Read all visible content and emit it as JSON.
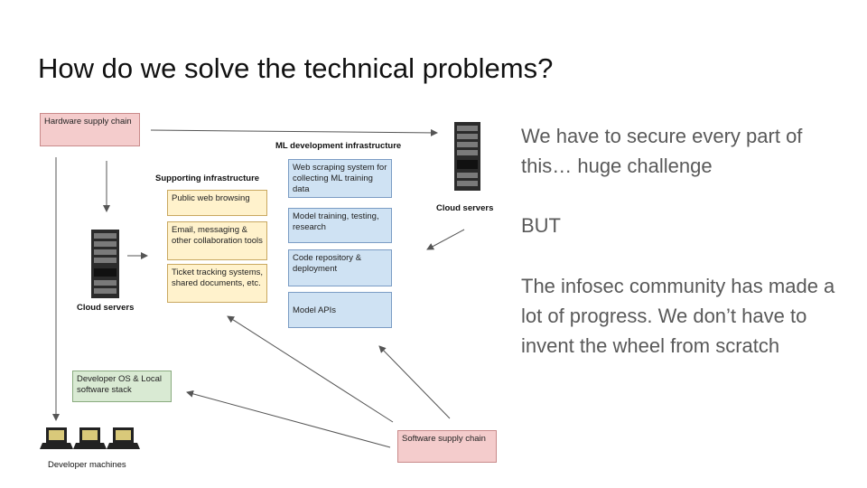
{
  "slide": {
    "title": "How do we solve the technical problems?"
  },
  "diagram": {
    "hardware_supply_chain": "Hardware supply chain",
    "software_supply_chain": "Software supply chain",
    "supporting_infra_title": "Supporting infrastructure",
    "supporting_items": [
      "Public web browsing",
      "Email, messaging & other collaboration tools",
      "Ticket tracking systems, shared documents, etc."
    ],
    "ml_infra_title": "ML development infrastructure",
    "ml_items": [
      "Web scraping system for collecting ML training data",
      "Model training, testing, research",
      "Code repository & deployment",
      "Model APIs"
    ],
    "cloud_servers_left": "Cloud servers",
    "cloud_servers_right": "Cloud servers",
    "developer_os": "Developer OS & Local software stack",
    "developer_machines": "Developer machines"
  },
  "text": {
    "p1": "We have to secure every part of this… huge challenge",
    "p2": "BUT",
    "p3": "The infosec community has made a lot of progress. We don’t have to invent the wheel from scratch"
  }
}
